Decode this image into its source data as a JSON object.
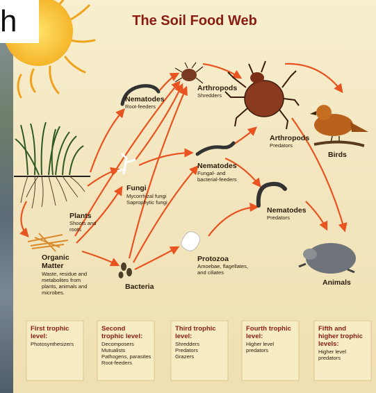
{
  "corner_letter": "h",
  "title": "The Soil Food Web",
  "organisms": {
    "nematodes_root": {
      "name": "Nematodes",
      "sub": [
        "Root-feeders"
      ]
    },
    "arthropods_shredders": {
      "name": "Arthropods",
      "sub": [
        "Shredders"
      ]
    },
    "arthropods_predators": {
      "name": "Arthropods",
      "sub": [
        "Predators"
      ]
    },
    "birds": {
      "name": "Birds"
    },
    "nematodes_fungal": {
      "name": "Nematodes",
      "sub": [
        "Fungal- and",
        "bacterial-feeders"
      ]
    },
    "fungi": {
      "name": "Fungi",
      "sub": [
        "Mycorrhizal fungi",
        "Saprophytic fungi"
      ]
    },
    "plants": {
      "name": "Plants",
      "sub": [
        "Shoots and",
        "roots"
      ]
    },
    "nematodes_predators": {
      "name": "Nematodes",
      "sub": [
        "Predators"
      ]
    },
    "organic_matter": {
      "name": [
        "Organic",
        "Matter"
      ],
      "sub": [
        "Waste, residue and",
        "metabolites from",
        "plants, animals and",
        "microbes."
      ]
    },
    "protozoa": {
      "name": "Protozoa",
      "sub": [
        "Amoebae, flagellates,",
        "and ciliates"
      ]
    },
    "bacteria": {
      "name": "Bacteria"
    },
    "animals": {
      "name": "Animals"
    }
  },
  "trophic_levels": [
    {
      "title": [
        "First trophic",
        "level:"
      ],
      "items": [
        "Photosynthesizers"
      ]
    },
    {
      "title": [
        "Second",
        "trophic level:"
      ],
      "items": [
        "Decomposers",
        "Mutualists",
        "Pathogens, parasites",
        "Root-feeders"
      ]
    },
    {
      "title": [
        "Third trophic",
        "level:"
      ],
      "items": [
        "Shredders",
        "Predators",
        "Grazers"
      ]
    },
    {
      "title": [
        "Fourth trophic",
        "level:"
      ],
      "items": [
        "Higher level",
        "predators"
      ]
    },
    {
      "title": [
        "Fifth and",
        "higher trophic",
        "levels:"
      ],
      "items": [
        "Higher level",
        "predators"
      ]
    }
  ],
  "colors": {
    "arrow": "#e8531f",
    "title": "#8a1c10",
    "box": "#f7ecc4"
  }
}
